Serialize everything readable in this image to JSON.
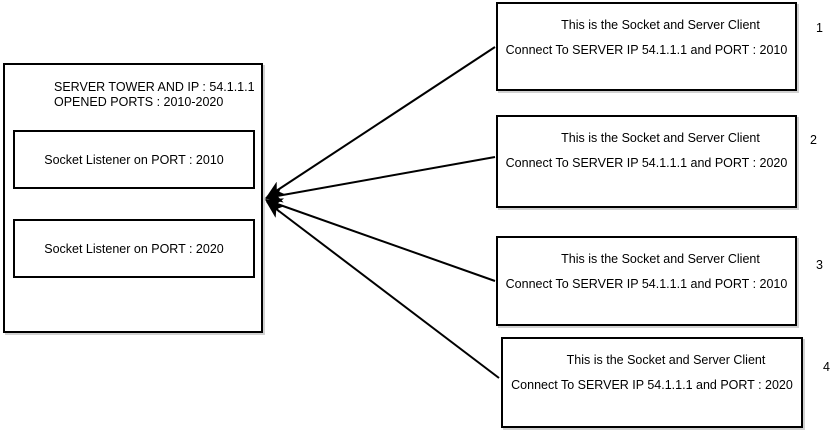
{
  "colors": {
    "stroke": "#000000",
    "background": "#ffffff"
  },
  "server": {
    "title_line1": "SERVER TOWER AND IP : 54.1.1.1",
    "title_line2": "OPENED PORTS : 2010-2020",
    "listeners": [
      {
        "label": "Socket Listener on PORT : 2010"
      },
      {
        "label": "Socket Listener on PORT : 2020"
      }
    ]
  },
  "clients": [
    {
      "number": "1",
      "line1": "This is the Socket and Server Client",
      "line2": "Connect To SERVER IP 54.1.1.1 and PORT : 2010"
    },
    {
      "number": "2",
      "line1": "This is the Socket and Server Client",
      "line2": "Connect To SERVER IP 54.1.1.1 and PORT : 2020"
    },
    {
      "number": "3",
      "line1": "This is the Socket and Server Client",
      "line2": "Connect To SERVER IP 54.1.1.1 and PORT : 2010"
    },
    {
      "number": "4",
      "line1": "This is the Socket and Server Client",
      "line2": "Connect To SERVER IP 54.1.1.1 and PORT : 2020"
    }
  ]
}
